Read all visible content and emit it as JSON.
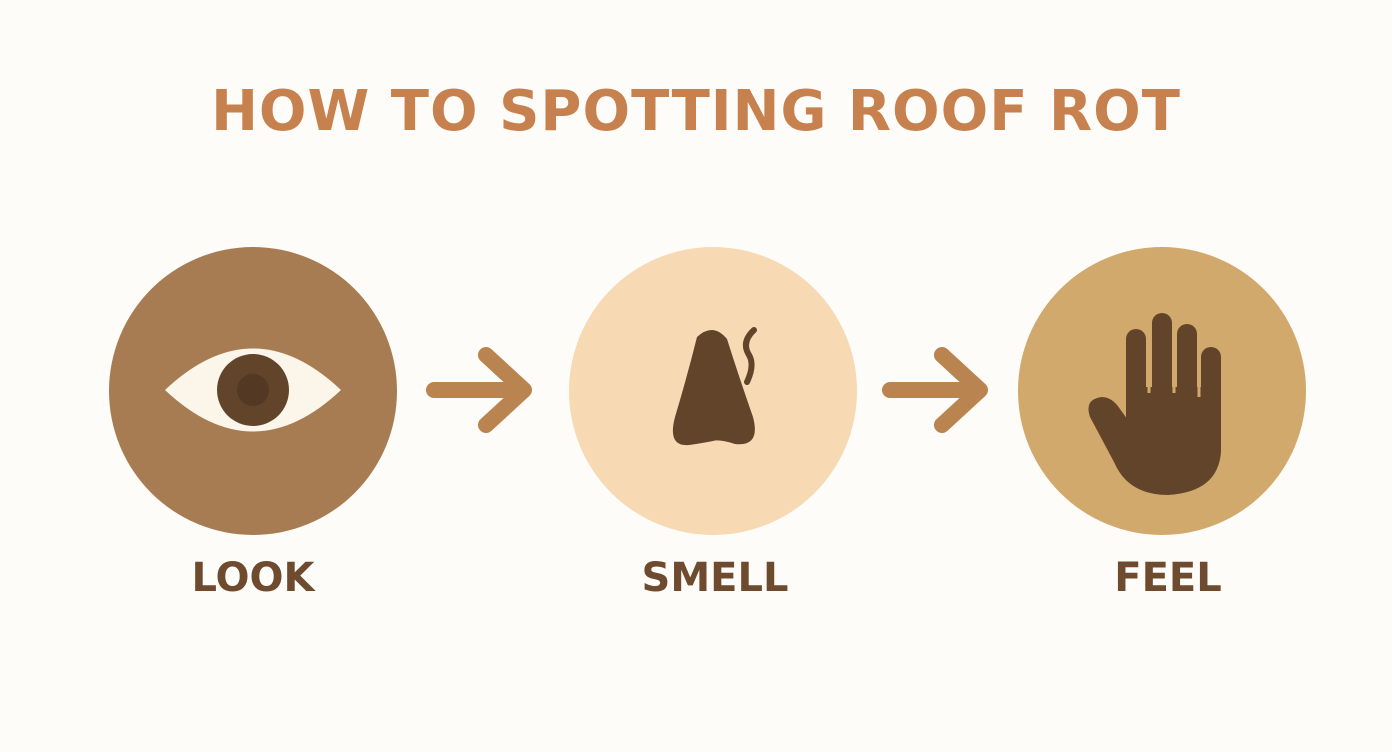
{
  "title": "HOW TO SPOTTING ROOF ROT",
  "colors": {
    "background": "#fefcf8",
    "title": "#c6814f",
    "label": "#6e4a2e",
    "icon_dark": "#62442a",
    "arrow": "#b9844f"
  },
  "steps": [
    {
      "label": "LOOK",
      "icon": "eye-icon",
      "circle_color": "#a87c53"
    },
    {
      "label": "SMELL",
      "icon": "nose-icon",
      "circle_color": "#f7d9b4"
    },
    {
      "label": "FEEL",
      "icon": "hand-icon",
      "circle_color": "#d2a96c"
    }
  ],
  "connectors": [
    {
      "icon": "arrow-right-icon",
      "from": "LOOK",
      "to": "SMELL"
    },
    {
      "icon": "arrow-right-icon",
      "from": "SMELL",
      "to": "FEEL"
    }
  ]
}
